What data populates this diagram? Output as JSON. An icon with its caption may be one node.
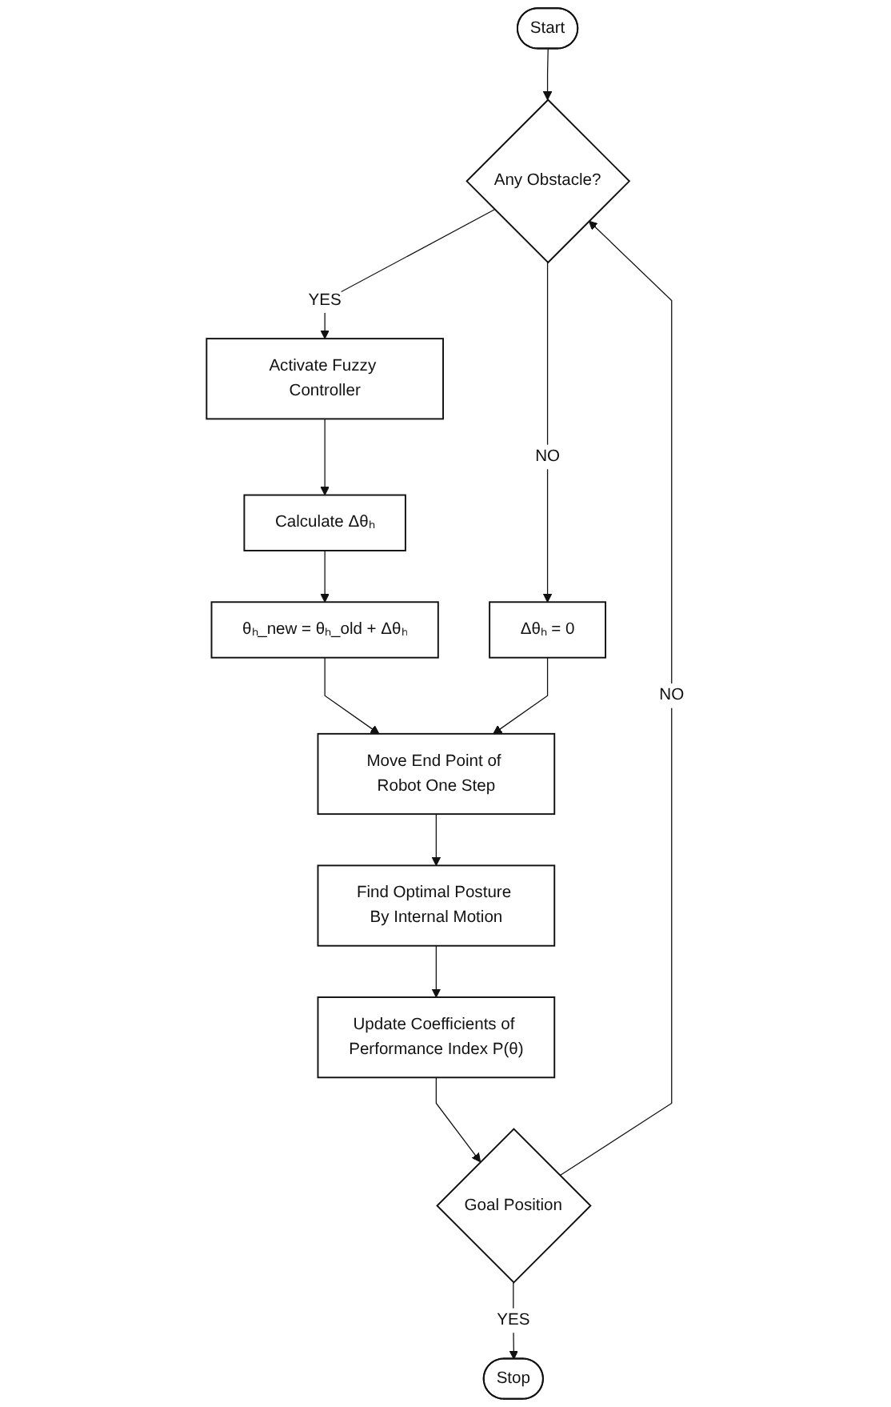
{
  "diagram": {
    "nodes": [
      {
        "text": [
          "Start"
        ]
      },
      {
        "text": [
          "Any Obstacle?"
        ]
      },
      {
        "text": [
          "Δθₕ = 0"
        ]
      },
      {
        "text": [
          "Activate Fuzzy Controller"
        ]
      },
      {
        "text": [
          "Calculate Δθₕ"
        ]
      },
      {
        "text": [
          "θₕ_new = θₕ_old + Δθₕ"
        ]
      },
      {
        "text": [
          "Move End Point of Robot One Step"
        ]
      },
      {
        "text": [
          "Find Optimal Posture By Internal Motion"
        ]
      },
      {
        "text": [
          "Update Coefficients of Performance Index P(θ)"
        ]
      },
      {
        "text": [
          "Goal Position"
        ]
      },
      {
        "text": [
          "Stop"
        ]
      }
    ],
    "edges": [
      {
        "from": 0,
        "to": 1,
        "arrow": "to"
      },
      {
        "from": 1,
        "to": 3,
        "arrow": "to",
        "label": "YES"
      },
      {
        "from": 1,
        "to": 2,
        "arrow": "to",
        "label": "NO"
      },
      {
        "from": 3,
        "to": 4,
        "arrow": "to"
      },
      {
        "from": 4,
        "to": 5,
        "arrow": "to"
      },
      {
        "from": 5,
        "to": 6,
        "arrow": "to"
      },
      {
        "from": 2,
        "to": 6,
        "arrow": "to"
      },
      {
        "from": 6,
        "to": 7,
        "arrow": "to"
      },
      {
        "from": 7,
        "to": 8,
        "arrow": "to"
      },
      {
        "from": 8,
        "to": 9,
        "arrow": "to"
      },
      {
        "from": 9,
        "to": 1,
        "arrow": "to",
        "label": "NO"
      },
      {
        "from": 9,
        "to": 10,
        "arrow": "to",
        "label": "YES"
      }
    ]
  }
}
